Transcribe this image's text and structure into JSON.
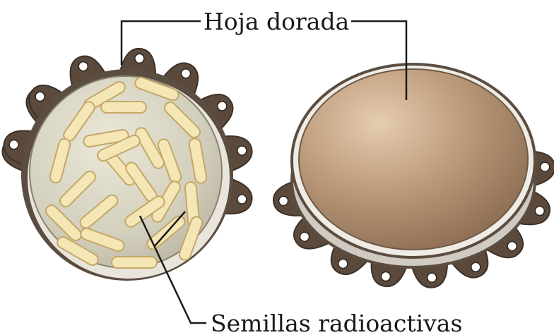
{
  "labels": {
    "top": "Hoja dorada",
    "bottom": "Semillas radioactivas"
  },
  "plaques": [
    {
      "id": "interior",
      "view": "inside with seeds",
      "tabs": 11,
      "seeds": 24
    },
    {
      "id": "exterior",
      "view": "gold foil face",
      "tabs": 9
    }
  ],
  "colors": {
    "rim": "#574a3f",
    "tab": "#5b4a3c",
    "seed_fill": "#f5e6b5",
    "seed_outline": "#c4a868",
    "inner_surface": "#d6d2c0",
    "gold_foil": "#b89878",
    "lip": "#e8e4dc",
    "line": "#1a1a1a"
  }
}
